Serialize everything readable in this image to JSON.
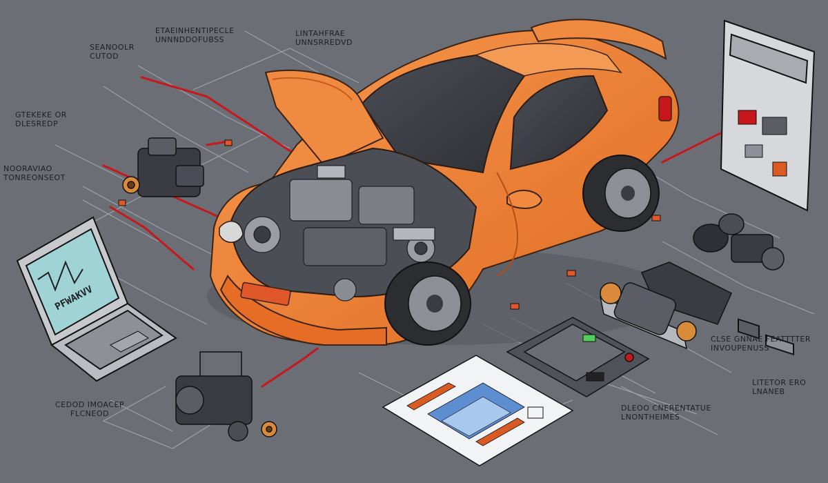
{
  "labels": {
    "top_left": [
      "SEANOOLR",
      "CUTOD"
    ],
    "top_center": [
      "ETAEINHENTIPECLE",
      "UNNNDDOFUBSS"
    ],
    "top_right": [
      "LINTAHFRAE",
      "UNNSRREDVD"
    ],
    "mid_left_a": [
      "GTEKEKE OR",
      "DLESREDP"
    ],
    "mid_left_b": [
      "NOORAVIAO",
      "TONREONSEOT"
    ],
    "bottom_left": [
      "CEDOD IMOACEP",
      "FLCNEOD"
    ],
    "bottom_center": [
      "DLEOO CNERENTATUE",
      "LNONTHEIMES"
    ],
    "bottom_right_a": [
      "CLSE GNNAE FEATTTTER",
      "INVOUPENUSS"
    ],
    "bottom_right_b": [
      "LITETOR ERO",
      "LNANEB"
    ]
  },
  "laptop_screen_text": "PFWAKVV",
  "colors": {
    "background": "#6b6e75",
    "car_body": "#f07e36",
    "car_shadow": "#c85a1c",
    "wire": "#c8171b",
    "line": "#a9abb1",
    "ink": "#1d1f23",
    "metal": "#3a3c41",
    "screen": "#9fd3d6"
  }
}
